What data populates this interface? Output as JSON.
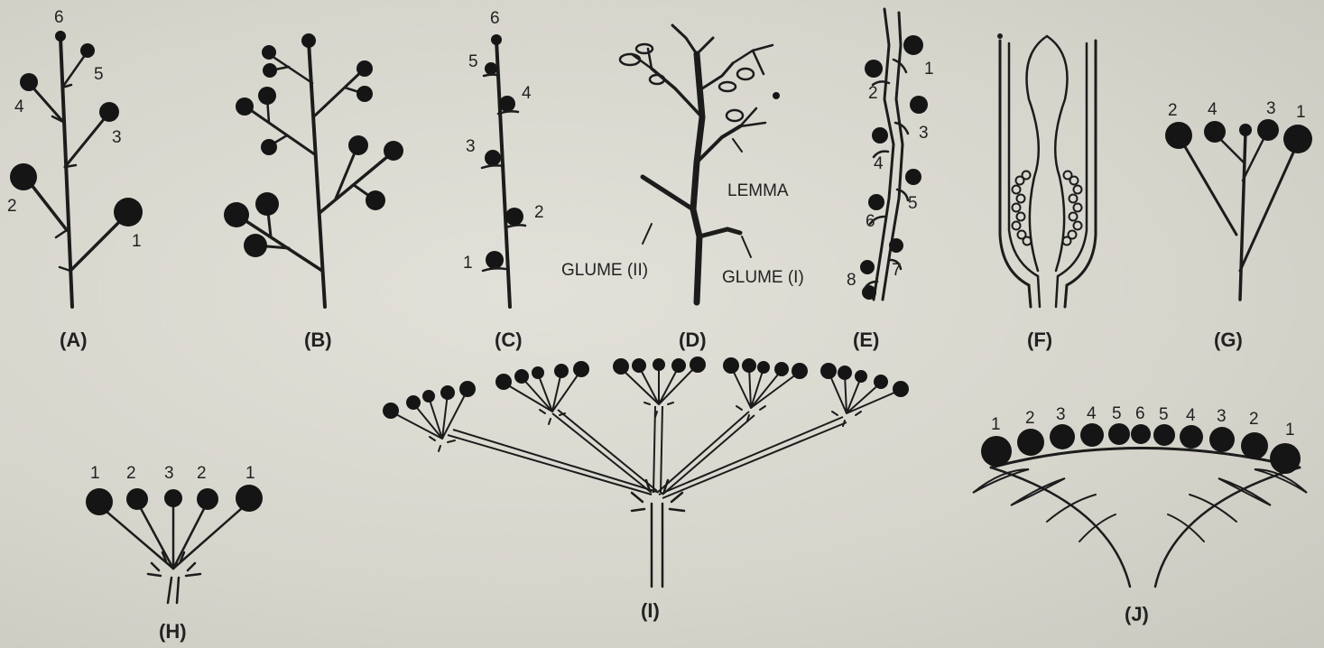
{
  "panels": {
    "A": {
      "caption": "(A)",
      "numbers": [
        "1",
        "2",
        "3",
        "4",
        "5",
        "6"
      ]
    },
    "B": {
      "caption": "(B)"
    },
    "C": {
      "caption": "(C)",
      "numbers": [
        "1",
        "2",
        "3",
        "4",
        "5",
        "6"
      ]
    },
    "D": {
      "caption": "(D)",
      "lemma": "LEMMA",
      "glume2": "GLUME (II)",
      "glume1": "GLUME (I)"
    },
    "E": {
      "caption": "(E)",
      "numbers": [
        "1",
        "2",
        "3",
        "4",
        "5",
        "6",
        "7",
        "8"
      ]
    },
    "F": {
      "caption": "(F)"
    },
    "G": {
      "caption": "(G)",
      "numbers": [
        "2",
        "4",
        "3",
        "1"
      ]
    },
    "H": {
      "caption": "(H)",
      "numbers": [
        "1",
        "2",
        "3",
        "2",
        "1"
      ]
    },
    "I": {
      "caption": "(I)"
    },
    "J": {
      "caption": "(J)",
      "numbers": [
        "1",
        "2",
        "3",
        "4",
        "5",
        "6",
        "5",
        "4",
        "3",
        "2",
        "1"
      ]
    }
  }
}
